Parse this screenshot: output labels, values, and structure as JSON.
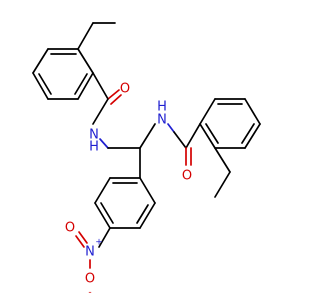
{
  "atoms": {
    "o_carbonyl_left": "O",
    "n_amide_left": "N",
    "h_amide_left": "H",
    "n_amide_right": "N",
    "h_amide_right": "H",
    "o_carbonyl_right": "O",
    "n_nitro": "N",
    "n_nitro_charge": "+",
    "o_nitro_left": "O",
    "o_nitro_bottom": "O",
    "o_nitro_bottom_charge": "-"
  },
  "colors": {
    "carbon_bond": "#000000",
    "oxygen": "#d40000",
    "nitrogen": "#1f1fd0"
  }
}
